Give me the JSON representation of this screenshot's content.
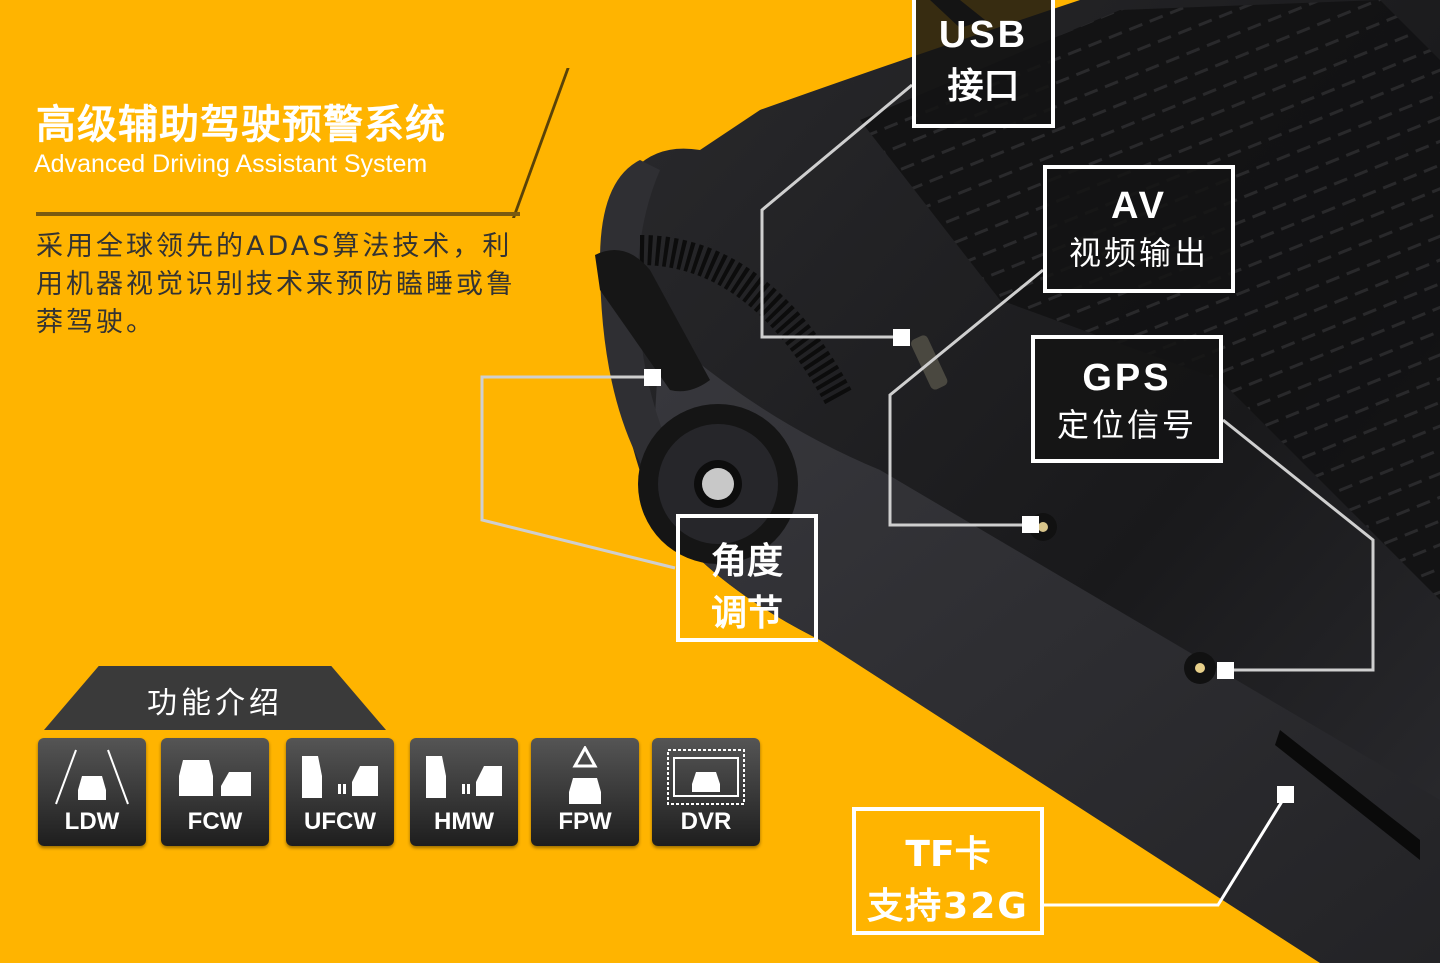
{
  "header": {
    "title": "高级辅助驾驶预警系统",
    "subtitle": "Advanced Driving Assistant System",
    "description": "采用全球领先的ADAS算法技术，利用机器视觉识别技术来预防瞌睡或鲁莽驾驶。"
  },
  "features": {
    "heading": "功能介绍",
    "items": [
      {
        "label": "LDW",
        "icon": "lane-departure-icon"
      },
      {
        "label": "FCW",
        "icon": "forward-collision-icon"
      },
      {
        "label": "UFCW",
        "icon": "urban-forward-collision-icon"
      },
      {
        "label": "HMW",
        "icon": "headway-monitoring-icon"
      },
      {
        "label": "FPW",
        "icon": "pedestrian-warning-icon"
      },
      {
        "label": "DVR",
        "icon": "video-recorder-icon"
      }
    ]
  },
  "callouts": {
    "usb": {
      "line1": "USB",
      "line2": "接口"
    },
    "av": {
      "line1": "AV",
      "line2": "视频输出"
    },
    "gps": {
      "line1": "GPS",
      "line2": "定位信号"
    },
    "angle": {
      "line1": "角度",
      "line2": "调节"
    },
    "tf": {
      "line1": "TF卡",
      "line2": "支持32G"
    }
  },
  "colors": {
    "background": "#FFB400",
    "device": "#1c1c1e",
    "panel": "#3a3a3a",
    "callout_border": "#FFFFFF"
  }
}
